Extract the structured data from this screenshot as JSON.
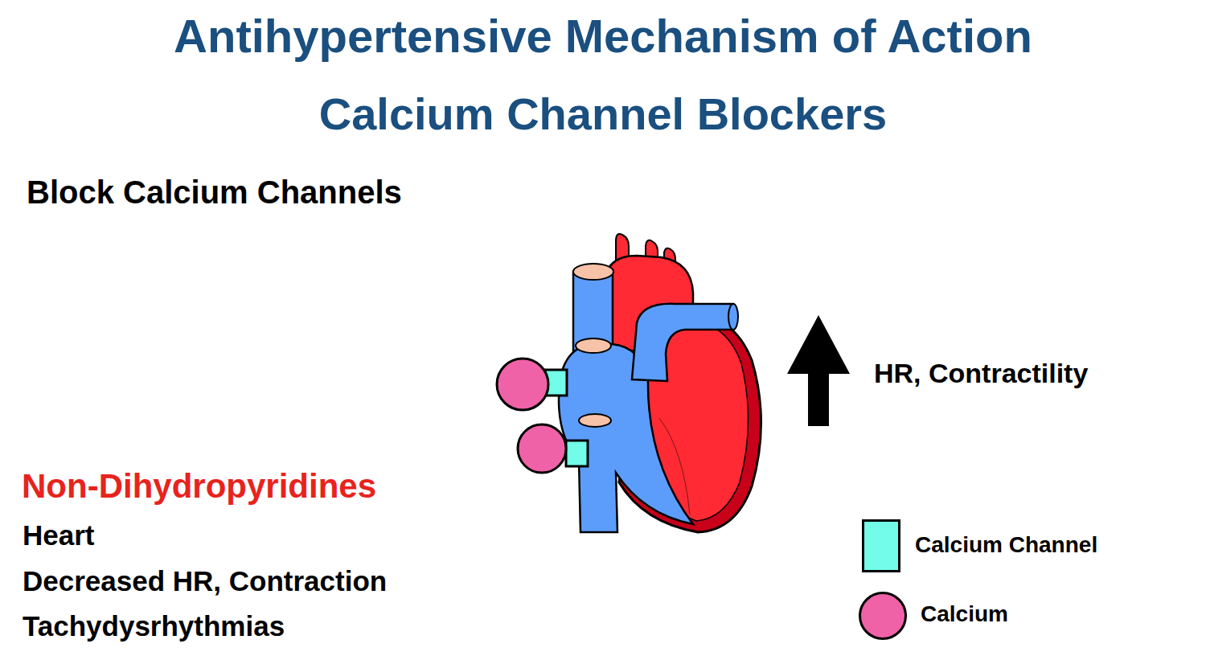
{
  "diagram": {
    "title": "Antihypertensive Mechanism of Action",
    "labels": [
      "Calcium Channel Blockers",
      "Block Calcium Channels",
      "HR, Contractility",
      "Non-Dihydropyridines",
      "Heart",
      "Decreased HR, Contraction",
      "Tachydysrhythmias"
    ],
    "legend": [
      {
        "text": "Calcium Channel",
        "color": "#72fce9"
      },
      {
        "text": "Calcium",
        "color": "#f062a8"
      }
    ]
  }
}
